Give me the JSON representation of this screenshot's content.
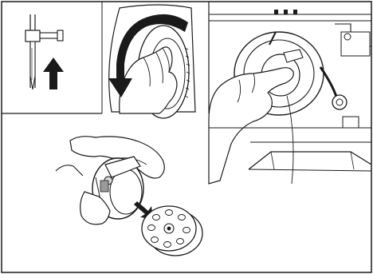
{
  "figure": {
    "panels": [
      {
        "id": "needle-raise",
        "depicts": "needle-in-raised-position-with-up-arrow"
      },
      {
        "id": "handwheel-turn",
        "depicts": "hand-turning-handwheel-toward-operator"
      },
      {
        "id": "bobbin-case-removal",
        "depicts": "fingers-pulling-bobbin-case-latch-from-shuttle-race"
      },
      {
        "id": "bobbin-drop-out",
        "depicts": "bobbin-falling-out-of-bobbin-case"
      }
    ],
    "colors": {
      "ink": "#1a1a1a",
      "paper": "#ffffff",
      "shade": "#d9d9d9",
      "mid": "#9a9a9a"
    },
    "icons": [
      "up-arrow-icon",
      "curved-rotation-arrow-icon",
      "drop-arrow-icon"
    ]
  }
}
